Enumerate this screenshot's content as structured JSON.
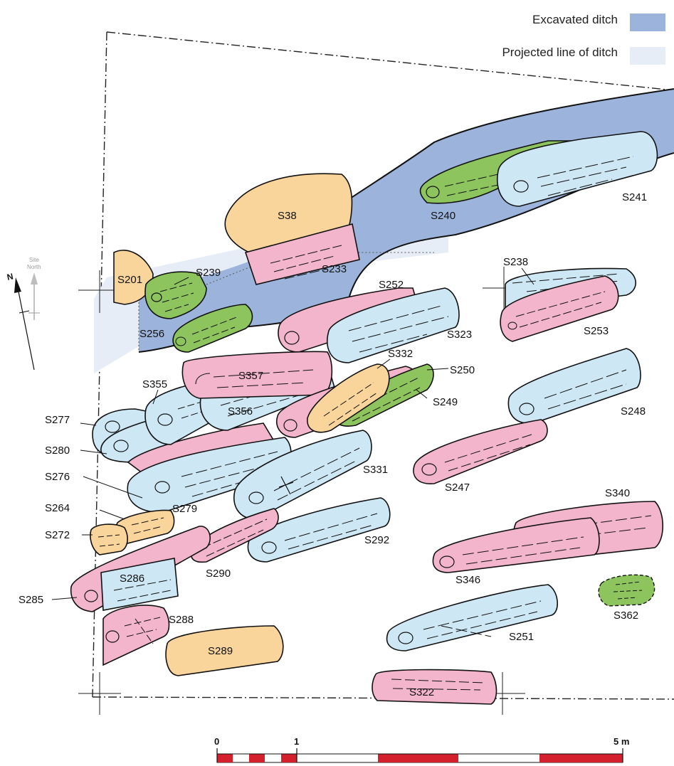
{
  "legend": {
    "excavated_label": "Excavated ditch",
    "projected_label": "Projected line of ditch"
  },
  "colors": {
    "excavated_ditch": "#9cb4dc",
    "projected_ditch": "#e6edf7",
    "blue_burial": "#cde7f5",
    "pink_burial": "#f2b5cb",
    "yellow_burial": "#fad59b",
    "green_burial": "#8ec45e",
    "scale_red": "#d41f2d"
  },
  "north": {
    "label_line1": "Site",
    "label_line2": "North",
    "n_label": "N"
  },
  "scale": {
    "ticks": [
      "0",
      "1",
      "5 m"
    ]
  },
  "labels": {
    "S38": "S38",
    "S201": "S201",
    "S239": "S239",
    "S233": "S233",
    "S240": "S240",
    "S241": "S241",
    "S238": "S238",
    "S252": "S252",
    "S323": "S323",
    "S253": "S253",
    "S256": "S256",
    "S357": "S357",
    "S332": "S332",
    "S250": "S250",
    "S355": "S355",
    "S356": "S356",
    "S249": "S249",
    "S248": "S248",
    "S277": "S277",
    "S280": "S280",
    "S331": "S331",
    "S247": "S247",
    "S276": "S276",
    "S279": "S279",
    "S340": "S340",
    "S264": "S264",
    "S272": "S272",
    "S292": "S292",
    "S290": "S290",
    "S286": "S286",
    "S346": "S346",
    "S285": "S285",
    "S362": "S362",
    "S288": "S288",
    "S251": "S251",
    "S289": "S289",
    "S322": "S322"
  }
}
